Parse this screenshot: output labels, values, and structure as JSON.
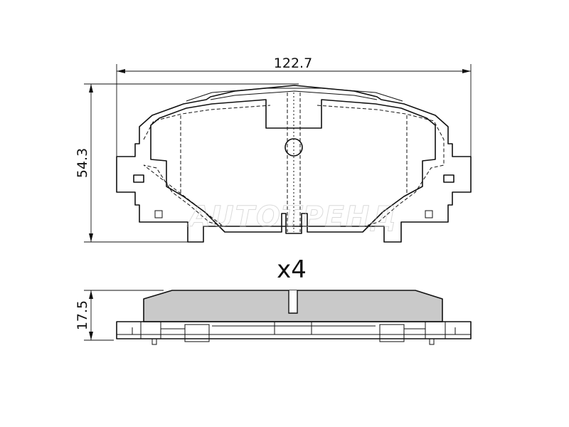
{
  "dimensions": {
    "width": "122.7",
    "height": "54.3",
    "thickness": "17.5"
  },
  "quantity_label": "x4",
  "watermark": "AUTOTPEHД",
  "colors": {
    "line": "#111111",
    "friction_fill": "#c9c9c9",
    "background": "#ffffff"
  }
}
